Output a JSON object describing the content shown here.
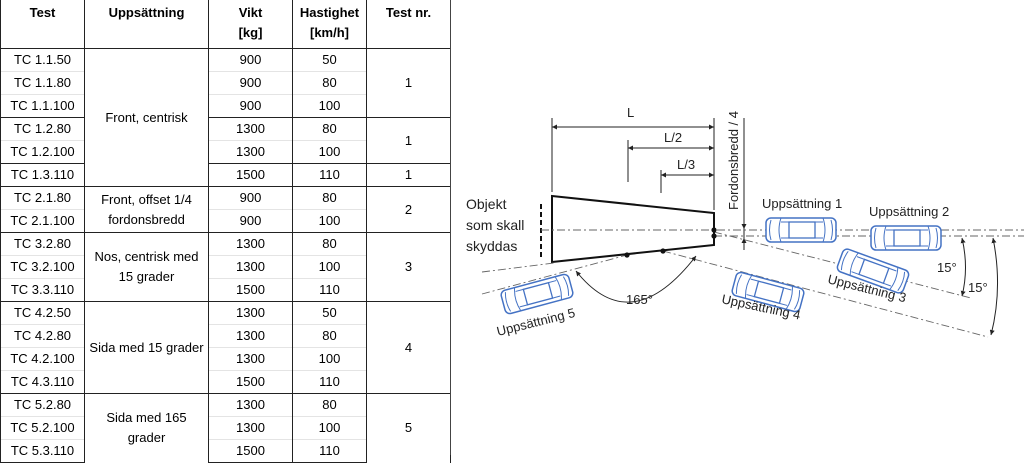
{
  "table": {
    "headers": [
      "Test",
      "Uppsättning",
      "Vikt\n[kg]",
      "Hastighet\n[km/h]",
      "Test nr."
    ],
    "rows": [
      {
        "test": "TC 1.1.50",
        "vikt": "900",
        "hast": "50"
      },
      {
        "test": "TC 1.1.80",
        "vikt": "900",
        "hast": "80"
      },
      {
        "test": "TC 1.1.100",
        "vikt": "900",
        "hast": "100"
      },
      {
        "test": "TC 1.2.80",
        "vikt": "1300",
        "hast": "80"
      },
      {
        "test": "TC 1.2.100",
        "vikt": "1300",
        "hast": "100"
      },
      {
        "test": "TC 1.3.110",
        "vikt": "1500",
        "hast": "110"
      },
      {
        "test": "TC 2.1.80",
        "vikt": "900",
        "hast": "80"
      },
      {
        "test": "TC 2.1.100",
        "vikt": "900",
        "hast": "100"
      },
      {
        "test": "TC 3.2.80",
        "vikt": "1300",
        "hast": "80"
      },
      {
        "test": "TC 3.2.100",
        "vikt": "1300",
        "hast": "100"
      },
      {
        "test": "TC 3.3.110",
        "vikt": "1500",
        "hast": "110"
      },
      {
        "test": "TC 4.2.50",
        "vikt": "1300",
        "hast": "50"
      },
      {
        "test": "TC 4.2.80",
        "vikt": "1300",
        "hast": "80"
      },
      {
        "test": "TC 4.2.100",
        "vikt": "1300",
        "hast": "100"
      },
      {
        "test": "TC 4.3.110",
        "vikt": "1500",
        "hast": "110"
      },
      {
        "test": "TC 5.2.80",
        "vikt": "1300",
        "hast": "80"
      },
      {
        "test": "TC 5.2.100",
        "vikt": "1300",
        "hast": "100"
      },
      {
        "test": "TC 5.3.110",
        "vikt": "1500",
        "hast": "110"
      }
    ],
    "setups": [
      {
        "label": "Front, centrisk",
        "start": 0,
        "span": 6
      },
      {
        "label": "Front, offset 1/4 fordonsbredd",
        "start": 6,
        "span": 2
      },
      {
        "label": "Nos, centrisk med 15 grader",
        "start": 8,
        "span": 3
      },
      {
        "label": "Sida med 15 grader",
        "start": 11,
        "span": 4
      },
      {
        "label": "Sida med 165 grader",
        "start": 15,
        "span": 3
      }
    ],
    "test_numbers": [
      {
        "label": "1",
        "start": 0,
        "span": 3
      },
      {
        "label": "1",
        "start": 3,
        "span": 2
      },
      {
        "label": "1",
        "start": 5,
        "span": 1
      },
      {
        "label": "2",
        "start": 6,
        "span": 2
      },
      {
        "label": "3",
        "start": 8,
        "span": 3
      },
      {
        "label": "4",
        "start": 11,
        "span": 4
      },
      {
        "label": "5",
        "start": 15,
        "span": 3
      }
    ]
  },
  "diagram": {
    "dim_L": "L",
    "dim_L2": "L/2",
    "dim_L3": "L/3",
    "vehicle_width": "Fordonsbredd / 4",
    "object_lines": [
      "Objekt",
      "som skall",
      "skyddas"
    ],
    "setup1": "Uppsättning 1",
    "setup2": "Uppsättning 2",
    "setup3": "Uppsättning 3",
    "setup4": "Uppsättning 4",
    "setup5": "Uppsättning 5",
    "angle_165": "165°",
    "angle_15a": "15°",
    "angle_15b": "15°",
    "car_color": "#4472c4"
  }
}
